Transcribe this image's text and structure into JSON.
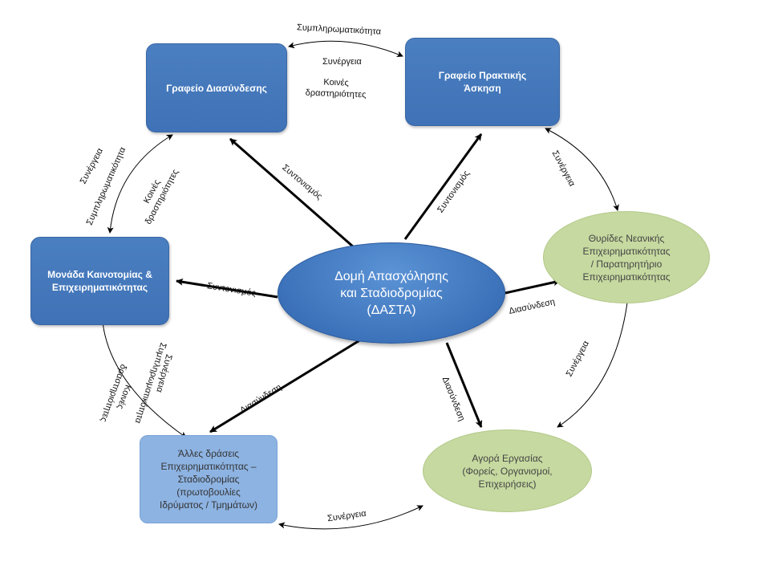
{
  "nodes": {
    "grafeio_diasyndesis": "Γραφείο Διασύνδεσης",
    "grafeio_praktikis": "Γραφείο Πρακτικής\nΆσκηση",
    "moni_kainotomias": "Μονάδα Καινοτομίας &\nΕπιχειρηματικότητας",
    "dasta": "Δομή Απασχόλησης\nκαι Σταδιοδρομίας\n(ΔΑΣΤΑ)",
    "thyrides": "Θυρίδες Νεανικής\nΕπιχειρηματικότητας\n/ Παρατηρητήριο\nΕπιχειρηματικότητας",
    "alles_draseis": "Άλλες δράσεις\nΕπιχειρηματικότητας –\nΣταδιοδρομίας\n(πρωτοβουλίες\nΙδρύματος / Τμημάτων)",
    "agora": "Αγορά Εργασίας\n(Φορείς, Οργανισμοί,\nΕπιχειρήσεις)"
  },
  "labels": {
    "top_sympl": "Συμπληρωματικότητα",
    "top_synergeia": "Συνέργεια",
    "top_koines": "Κοινές\nδραστηριότητες",
    "left_synergeia": "Συνέργεια",
    "left_sympl": "Συμπληρωματικότητα",
    "left_koines": "Κοινές\nδραστηριότητες",
    "coord_diasyndesis": "Συντονισμός",
    "coord_praktikis": "Συντονισμός",
    "coord_moni": "Συντονισμός",
    "right_synergeia_top": "Συνέργεια",
    "link_thyrides": "Διασύνδεση",
    "right_synergeia_bottom": "Συνέργεια",
    "link_alles": "Διασύνδεση",
    "link_agora": "Διασύνδεση",
    "lowleft_synergeia": "Συνέργεια",
    "lowleft_sympl": "Συμπληρωματικότητα",
    "lowleft_koines": "Κοινές\nδραστηριότητες",
    "bottom_synergeia": "Συνέργεια"
  }
}
